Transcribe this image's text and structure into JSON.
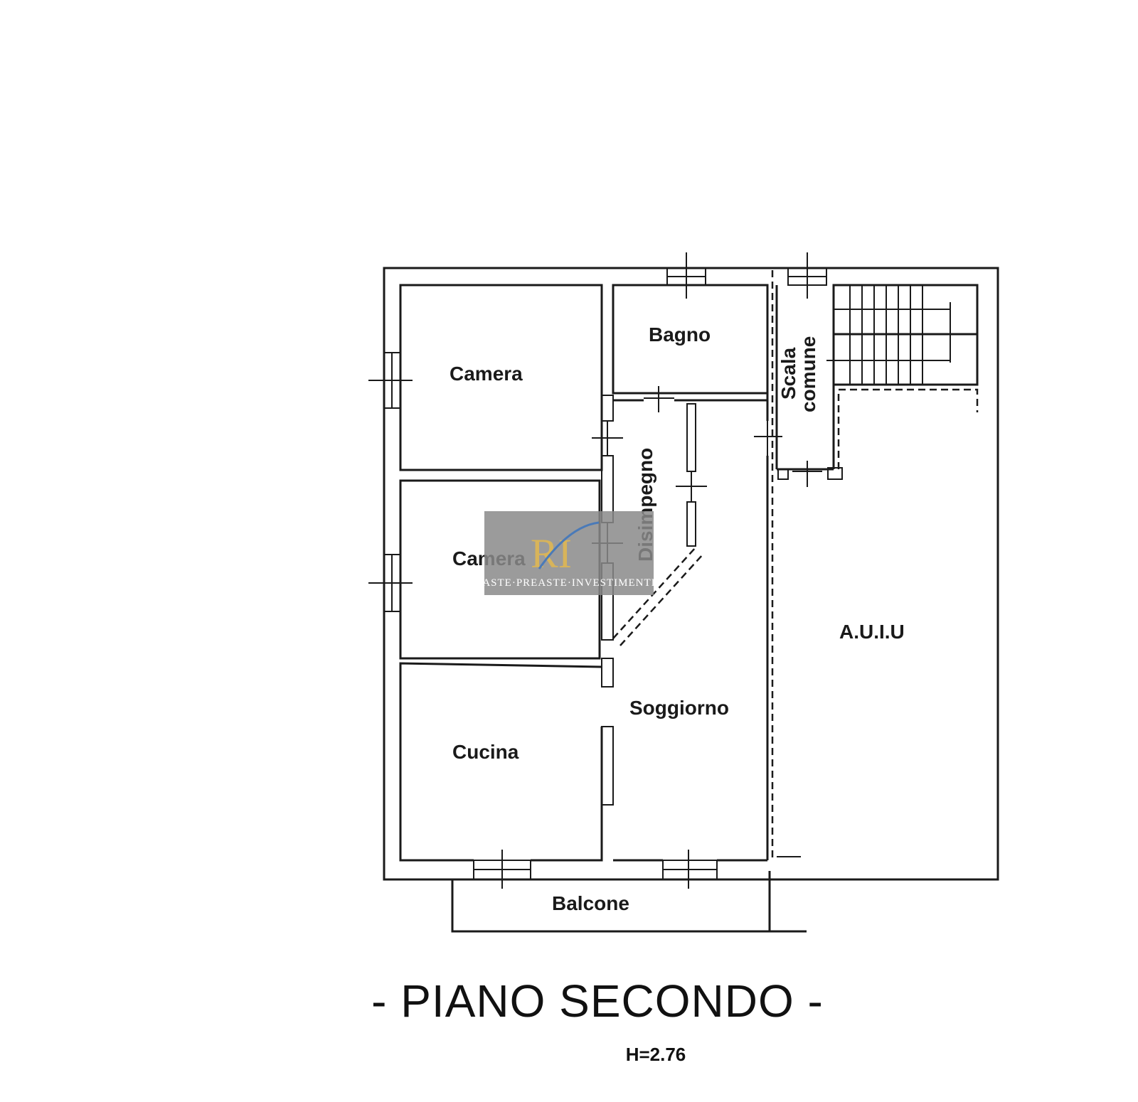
{
  "rooms": {
    "camera_1": "Camera",
    "camera_2": "Camera",
    "bagno": "Bagno",
    "scala_line1": "Scala",
    "scala_line2": "comune",
    "disimpegno": "Disimpegno",
    "soggiorno": "Soggiorno",
    "cucina": "Cucina",
    "auiu": "A.U.I.U",
    "balcone": "Balcone"
  },
  "floor": {
    "title": "- PIANO SECONDO -",
    "height": "H=2.76"
  },
  "watermark": {
    "logo": "RI",
    "text": "ASTE·PREASTE·INVESTIMENTI",
    "colors": {
      "box": "#8a8a8a",
      "gold": "#d8b45a",
      "blue": "#4a7ab8"
    }
  }
}
